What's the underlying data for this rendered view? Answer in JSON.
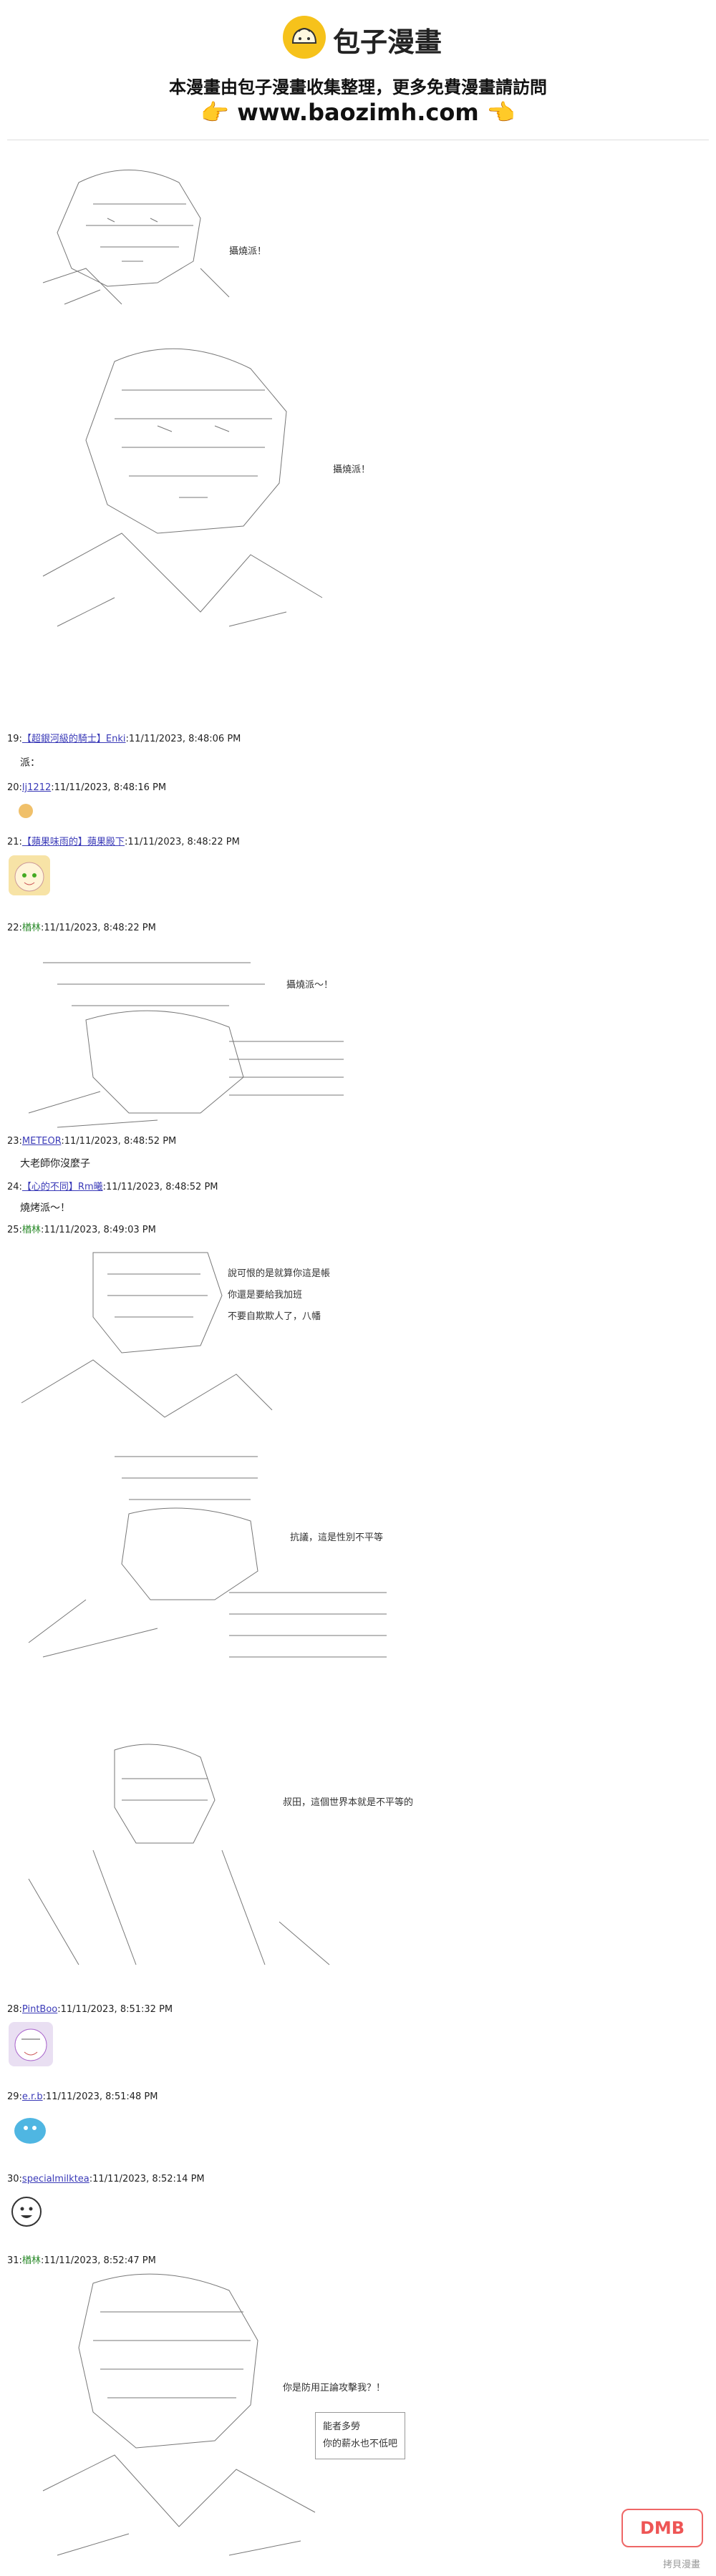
{
  "banner": {
    "site_name": "包子漫畫",
    "tagline": "本漫畫由包子漫畫收集整理，更多免費漫畫請訪問",
    "url": "www.baozimh.com",
    "hand_icon": "pointing-hand"
  },
  "art_captions": {
    "a1": "攝燒派！",
    "a2": "攝燒派！",
    "a3": "攝燒派～！",
    "a5": "抗議，這是性別不平等",
    "a6": "叔田，這個世界本就是不平等的",
    "a7": "你是防用正論攻擊我？！"
  },
  "dialogs": {
    "p25_lines": [
      "說可恨的是就算你這是帳",
      "你還是要給我加班",
      "不要自欺欺人了，八幡"
    ],
    "p31_box": [
      "能者多勞",
      "你的薪水也不低吧"
    ]
  },
  "posts": [
    {
      "num": "19:",
      "name": "【超銀河級的騎士】Enki",
      "time": ":11/11/2023, 8:48:06 PM",
      "body": "派："
    },
    {
      "num": "20:",
      "name": "lj1212",
      "time": ":11/11/2023, 8:48:16 PM",
      "body": ""
    },
    {
      "num": "21:",
      "name": "【蘋果味雨的】蘋果殿下",
      "time": ":11/11/2023, 8:48:22 PM",
      "body": ""
    },
    {
      "num": "22:",
      "name": "楢林",
      "time": ":11/11/2023, 8:48:22 PM",
      "body": ""
    },
    {
      "num": "23:",
      "name": "METEOR",
      "time": ":11/11/2023, 8:48:52 PM",
      "body": "大老師你沒麼子"
    },
    {
      "num": "24:",
      "name": "【心的不同】Rm曦",
      "time": ":11/11/2023, 8:48:52 PM",
      "body": "燒烤派～！"
    },
    {
      "num": "25:",
      "name": "楢林",
      "time": ":11/11/2023, 8:49:03 PM",
      "body": ""
    },
    {
      "num": "28:",
      "name": "PintBoo",
      "time": ":11/11/2023, 8:51:32 PM",
      "body": ""
    },
    {
      "num": "29:",
      "name": "e.r.b",
      "time": ":11/11/2023, 8:51:48 PM",
      "body": ""
    },
    {
      "num": "30:",
      "name": "specialmilktea",
      "time": ":11/11/2023, 8:52:14 PM",
      "body": ""
    },
    {
      "num": "31:",
      "name": "楢林",
      "time": ":11/11/2023, 8:52:47 PM",
      "body": ""
    }
  ],
  "watermark": {
    "logo": "DMB",
    "caption": "拷貝漫畫"
  }
}
